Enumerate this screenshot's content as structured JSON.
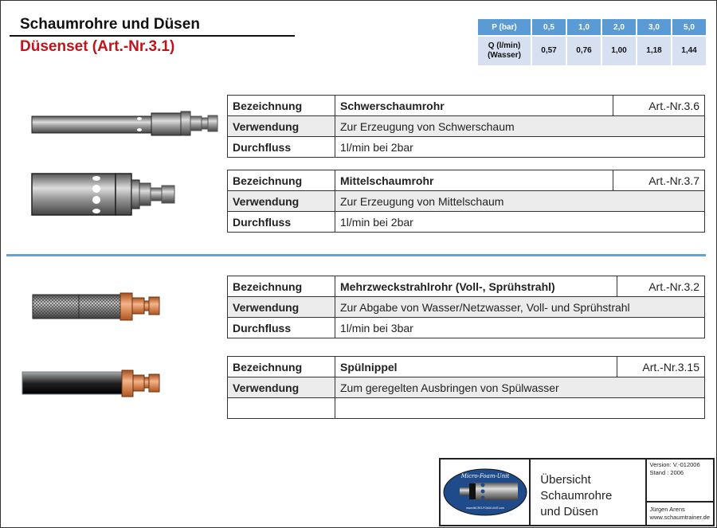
{
  "header": {
    "title": "Schaumrohre und Düsen",
    "subtitle": "Düsenset (Art.-Nr.3.1)"
  },
  "pressure_table": {
    "header": [
      "P (bar)",
      "0,5",
      "1,0",
      "2,0",
      "3,0",
      "5,0"
    ],
    "row_label_line1": "Q (l/min)",
    "row_label_line2": "(Wasser)",
    "values": [
      "0,57",
      "0,76",
      "1,00",
      "1,18",
      "1,44"
    ],
    "header_color": "#5b9bd5",
    "row_color": "#d6e0f0"
  },
  "labels": {
    "bez": "Bezeichnung",
    "verw": "Verwendung",
    "durch": "Durchfluss"
  },
  "items": [
    {
      "name": "Schwerschaumrohr",
      "art": "Art.-Nr.3.6",
      "use": "Zur Erzeugung von Schwerschaum",
      "flow": "1l/min bei 2bar"
    },
    {
      "name": "Mittelschaumrohr",
      "art": "Art.-Nr.3.7",
      "use": "Zur Erzeugung von Mittelschaum",
      "flow": "1l/min bei 2bar"
    },
    {
      "name": "Mehrzweckstrahlrohr (Voll-, Sprühstrahl)",
      "art": "Art.-Nr.3.2",
      "use": "Zur Abgabe von Wasser/Netzwasser, Voll- und Sprühstrahl",
      "flow": "1l/min bei 3bar"
    },
    {
      "name": "Spülnippel",
      "art": "Art.-Nr.3.15",
      "use": "Zum geregelten Ausbringen von Spülwasser",
      "flow": ""
    }
  ],
  "footer": {
    "logo_text": "Micro-Foam-Unit",
    "logo_url": "www.MICRO-FOAM-UNIT.com",
    "title_lines": [
      "Übersicht",
      "Schaumrohre",
      "und Düsen"
    ],
    "version": "Version: V.-012006",
    "stand": "Stand : 2006",
    "author": "Jürgen Arens",
    "website": "www.schaumtrainer.de"
  },
  "accent_color": "#c0141b"
}
